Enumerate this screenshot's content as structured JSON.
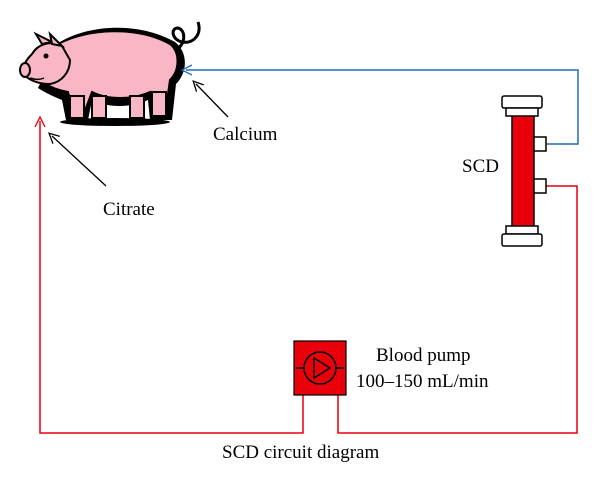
{
  "diagram": {
    "caption": "SCD circuit diagram",
    "labels": {
      "calcium": "Calcium",
      "citrate": "Citrate",
      "scd": "SCD",
      "pump_name": "Blood pump",
      "pump_rate": "100–150 mL/min"
    },
    "icons": {
      "animal": "pig-icon",
      "pump": "pump-icon",
      "device": "scd-cartridge-icon"
    },
    "colors": {
      "blood_line": "#e8000b",
      "calcium_line": "#1f6fb5",
      "pig_fill": "#f9b6c4",
      "pig_outline": "#000000",
      "scd_body": "#e8000b",
      "pump_fill": "#e8000b"
    }
  }
}
